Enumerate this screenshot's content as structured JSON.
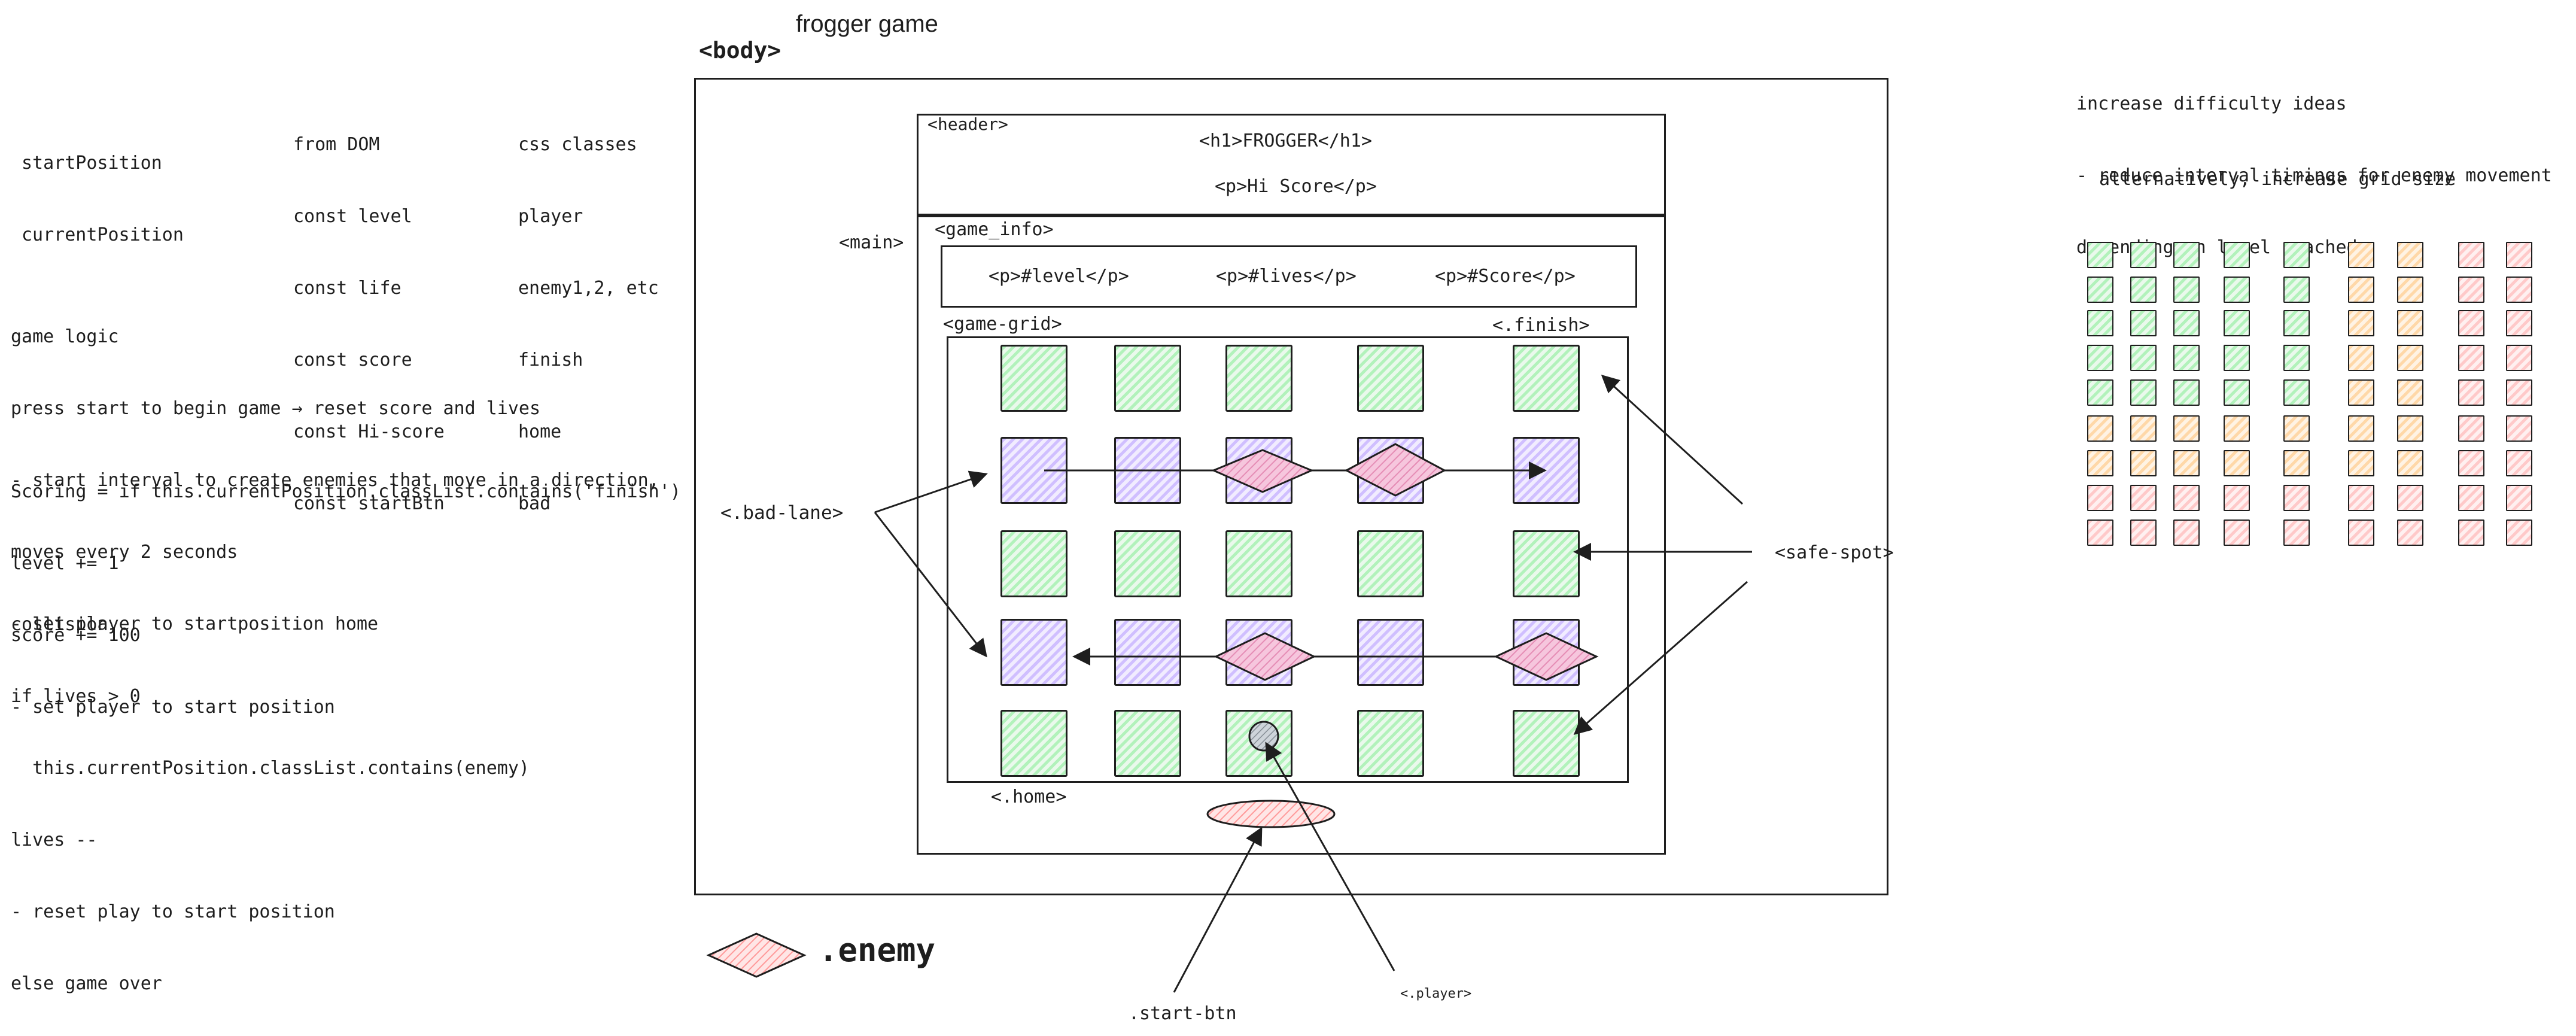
{
  "title": "frogger game",
  "body_tag": "<body>",
  "state_vars": [
    "startPosition",
    "currentPosition"
  ],
  "from_dom": [
    "from DOM",
    "const level",
    "const life",
    "const score",
    "const Hi-score",
    "const startBtn"
  ],
  "css_classes": [
    "css classes",
    "player",
    "enemy1,2, etc",
    "finish",
    "home",
    "bad"
  ],
  "game_logic": [
    "game logic",
    "press start to begin game → reset score and lives",
    "- start interval to create enemies that move in a direction,",
    "moves every 2 seconds",
    "- set player to startposition home"
  ],
  "scoring": [
    "Scoring = if this.currentPosition.classList.contains('finish')",
    "level += 1",
    "score += 100",
    "- set player to start position"
  ],
  "collision": [
    "collision,",
    "if lives > 0",
    "  this.currentPosition.classList.contains(enemy)",
    "lives --",
    "- reset play to start position",
    "else game over"
  ],
  "header": {
    "tag": "<header>",
    "h1": "<h1>FROGGER</h1>",
    "p": "<p>Hi Score</p>"
  },
  "main_tag": "<main>",
  "game_info": {
    "tag": "<game_info>",
    "level": "<p>#level</p>",
    "lives": "<p>#lives</p>",
    "score": "<p>#Score</p>"
  },
  "game_grid": {
    "tag": "<game-grid>",
    "finish": "<.finish>",
    "home": "<.home>",
    "rows": [
      [
        "green",
        "green",
        "green",
        "green",
        "green"
      ],
      [
        "purple",
        "purple",
        "purple",
        "purple",
        "purple"
      ],
      [
        "green",
        "green",
        "green",
        "green",
        "green"
      ],
      [
        "purple",
        "purple",
        "purple",
        "purple",
        "purple"
      ],
      [
        "green",
        "green",
        "green",
        "green",
        "green"
      ]
    ]
  },
  "bad_lane": "<.bad-lane>",
  "safe_spot": "<safe-spot>",
  "start_btn": ".start-btn",
  "player": "<.player>",
  "enemy_legend": ".enemy",
  "difficulty": {
    "lines": [
      "increase difficulty ideas",
      "- reduce interval timings for enemy movement",
      "depending on level reached"
    ],
    "alt": "alternatively, increase grid size",
    "grid": [
      [
        "green",
        "green",
        "green",
        "green",
        "green",
        "orange",
        "orange",
        "red",
        "red"
      ],
      [
        "green",
        "green",
        "green",
        "green",
        "green",
        "orange",
        "orange",
        "red",
        "red"
      ],
      [
        "green",
        "green",
        "green",
        "green",
        "green",
        "orange",
        "orange",
        "red",
        "red"
      ],
      [
        "green",
        "green",
        "green",
        "green",
        "green",
        "orange",
        "orange",
        "red",
        "red"
      ],
      [
        "green",
        "green",
        "green",
        "green",
        "green",
        "orange",
        "orange",
        "red",
        "red"
      ],
      [
        "orange",
        "orange",
        "orange",
        "orange",
        "orange",
        "orange",
        "orange",
        "red",
        "red"
      ],
      [
        "orange",
        "orange",
        "orange",
        "orange",
        "orange",
        "orange",
        "orange",
        "red",
        "red"
      ],
      [
        "red",
        "red",
        "red",
        "red",
        "red",
        "red",
        "red",
        "red",
        "red"
      ],
      [
        "red",
        "red",
        "red",
        "red",
        "red",
        "red",
        "red",
        "red",
        "red"
      ]
    ]
  },
  "colors": {
    "stroke": "#1e1e1e",
    "safe_green": "#b2f2bb",
    "lane_purple": "#d0bfff",
    "enemy_pink": "#ffc9c9",
    "enemy_fill": "#f0a8c8",
    "mid_orange": "#ffd8a8",
    "player_gray": "#adb5bd"
  }
}
